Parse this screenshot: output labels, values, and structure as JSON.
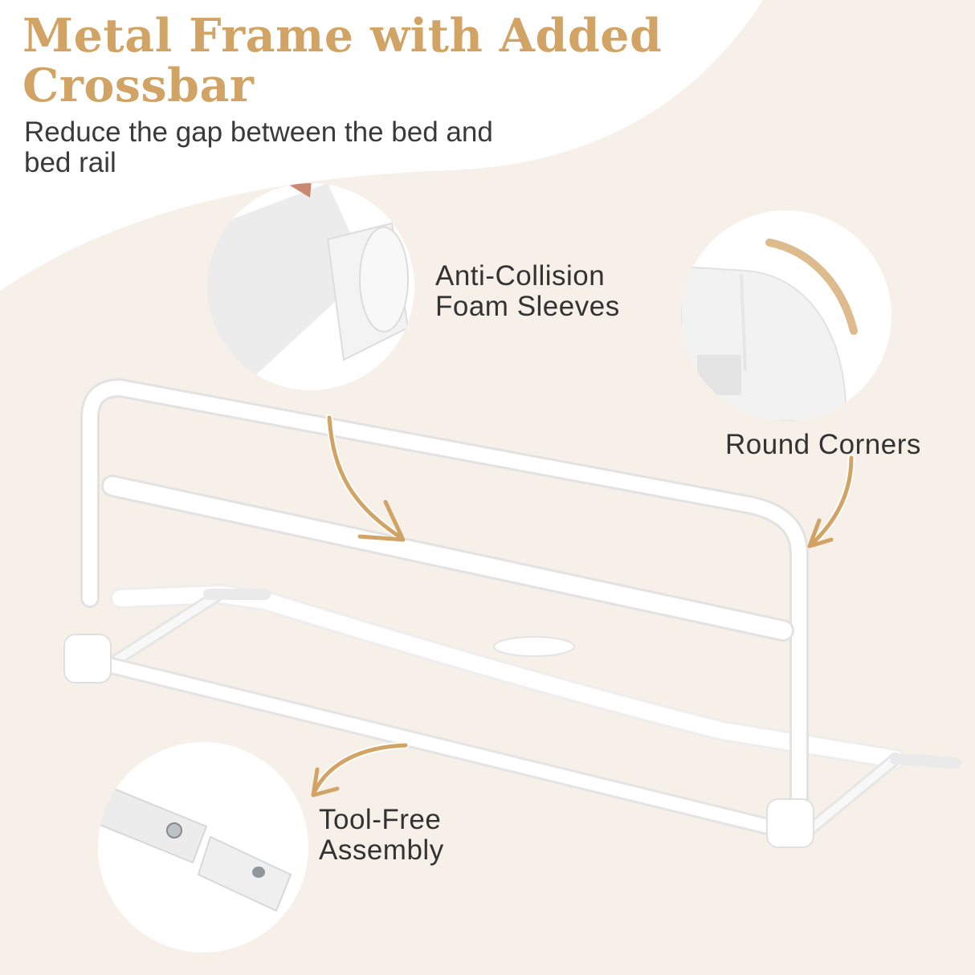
{
  "header": {
    "title": "Metal Frame with Added Crossbar",
    "subtitle": "Reduce the gap between the bed and bed rail"
  },
  "callouts": [
    {
      "label_line1": "Anti-Collision",
      "label_line2": "Foam Sleeves",
      "icon": "foam-sleeve-closeup"
    },
    {
      "label": "Round Corners",
      "icon": "round-corner-closeup"
    },
    {
      "label_line1": "Tool-Free",
      "label_line2": "Assembly",
      "icon": "tube-connector-closeup"
    }
  ],
  "colors": {
    "accent": "#d1a465",
    "background": "#f6f0e8",
    "text": "#333333",
    "panel": "#ffffff"
  }
}
